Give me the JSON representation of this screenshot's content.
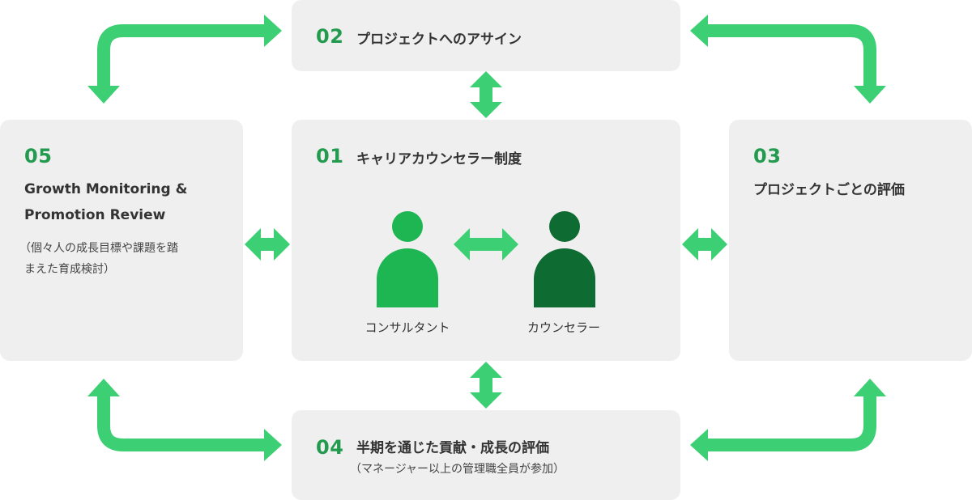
{
  "boxes": {
    "b01": {
      "num": "01",
      "title": "キャリアカウンセラー制度"
    },
    "b02": {
      "num": "02",
      "title": "プロジェクトへのアサイン"
    },
    "b03": {
      "num": "03",
      "title": "プロジェクトごとの評価"
    },
    "b04": {
      "num": "04",
      "title": "半期を通じた貢献・成長の評価",
      "sub": "（マネージャー以上の管理職全員が参加）"
    },
    "b05": {
      "num": "05",
      "title_line1": "Growth Monitoring &",
      "title_line2": "Promotion Review",
      "sub_line1": "（個々人の成長目標や課題を踏",
      "sub_line2": "まえた育成検討）"
    }
  },
  "people": {
    "consultant": {
      "label": "コンサルタント"
    },
    "counselor": {
      "label": "カウンセラー"
    }
  },
  "colors": {
    "arrow": "#3ccf74",
    "number": "#239b4f",
    "box": "#efefef",
    "consultant": "#1eb653",
    "counselor": "#0e6b32"
  }
}
